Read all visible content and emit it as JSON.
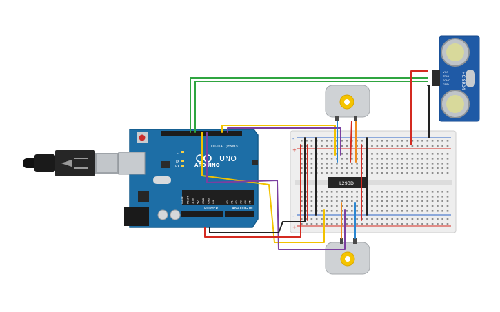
{
  "arduino": {
    "brand": "ARDUINO",
    "model": "UNO",
    "digital_label": "DIGITAL (PWM~)",
    "power_label": "POWER",
    "analog_label": "ANALOG IN",
    "led_tx": "TX",
    "led_rx": "RX",
    "led_l": "L",
    "analog_pins": [
      "A0",
      "A1",
      "A2",
      "A3",
      "A4",
      "A5"
    ],
    "power_pins": [
      "IOREF",
      "RESET",
      "3.3V",
      "5V",
      "GND",
      "GND",
      "VIN"
    ]
  },
  "driver_chip": {
    "label": "L293D"
  },
  "sensor": {
    "model": "HC-SR04",
    "pins": [
      "VCC",
      "TRIG",
      "ECHO",
      "GND"
    ]
  },
  "breadboard": {
    "plus": "+",
    "minus": "-"
  },
  "colors": {
    "board_blue": "#1d6ea6",
    "breadboard": "#eeeeee",
    "wire_red": "#d42a20",
    "wire_black": "#222222",
    "wire_green": "#2fa540",
    "wire_yellow": "#f2c200",
    "wire_purple": "#7b3fa0",
    "wire_blue": "#2a86d1",
    "wire_orange": "#ef8a1d",
    "sensor_blue": "#1f5aa6"
  }
}
